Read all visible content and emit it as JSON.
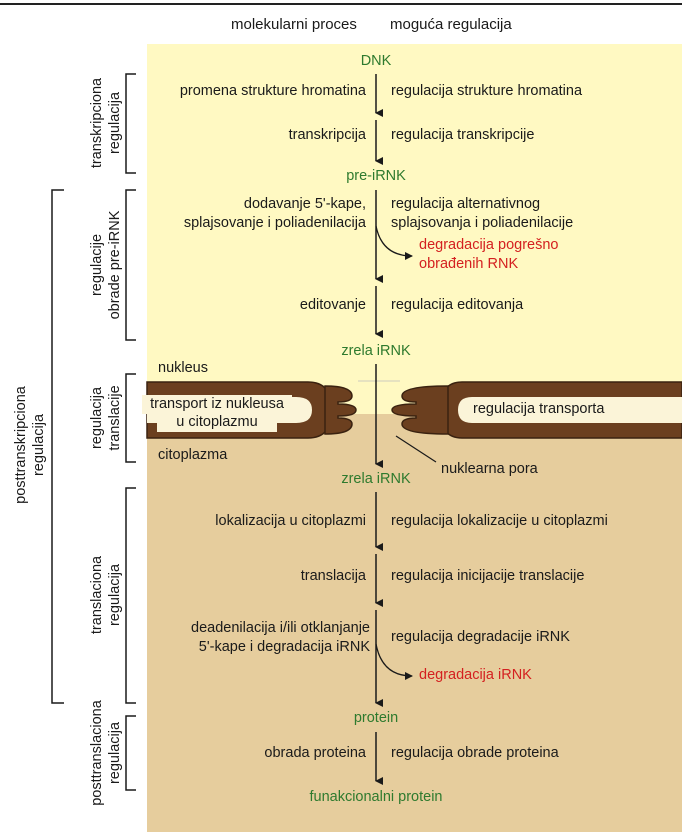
{
  "header": {
    "left": "molekularni proces",
    "right": "moguća regulacija"
  },
  "colors": {
    "nucleus": "#fff9c2",
    "cytoplasm": "#e6cd9d",
    "membrane": "#6b3f1f",
    "membrane_dark": "#3a2210",
    "product": "#2e7a2e",
    "degradation": "#d42020"
  },
  "products": {
    "dnk": "DNK",
    "pre_irnk": "pre-iRNK",
    "zrela1": "zrela iRNK",
    "zrela2": "zrela iRNK",
    "protein": "protein",
    "funkcionalni": "funakcionalni protein"
  },
  "steps": {
    "hromatin": {
      "process": "promena strukture hromatina",
      "regulation": "regulacija strukture hromatina"
    },
    "transkripcija": {
      "process": "transkripcija",
      "regulation": "regulacija transkripcije"
    },
    "obrada": {
      "process1": "dodavanje 5'-kape,",
      "process2": "splajsovanje i poliadenilacija",
      "regulation1": "regulacija alternativnog",
      "regulation2": "splajsovanja i poliadenilacije",
      "degradation1": "degradacija pogrešno",
      "degradation2": "obrađenih RNK"
    },
    "editovanje": {
      "process": "editovanje",
      "regulation": "regulacija editovanja"
    },
    "transport": {
      "process1": "transport iz nukleusa",
      "process2": "u citoplazmu",
      "regulation": "regulacija transporta"
    },
    "lokalizacija": {
      "process": "lokalizacija u citoplazmi",
      "regulation": "regulacija lokalizacije u citoplazmi"
    },
    "translacija": {
      "process": "translacija",
      "regulation": "regulacija inicijacije translacije"
    },
    "deadenilacija": {
      "process1": "deadenilacija i/ili otklanjanje",
      "process2": "5'-kape i degradacija iRNK",
      "regulation": "regulacija degradacije iRNK",
      "degradation": "degradacija iRNK"
    },
    "obrada_proteina": {
      "process": "obrada proteina",
      "regulation": "regulacija obrade proteina"
    }
  },
  "compartments": {
    "nukleus": "nukleus",
    "citoplazma": "citoplazma",
    "pora": "nuklearna pora"
  },
  "brackets": {
    "transkripciona": [
      "transkripciona",
      "regulacija"
    ],
    "obrade": [
      "regulacije",
      "obrade pre-iRNK"
    ],
    "translacije": [
      "regulacija",
      "translacije"
    ],
    "translaciona": [
      "translaciona",
      "regulacija"
    ],
    "posttranslaciona": [
      "posttranslaciona",
      "regulacija"
    ],
    "posttranskripciona": [
      "posttranskripciona",
      "regulacija"
    ]
  }
}
